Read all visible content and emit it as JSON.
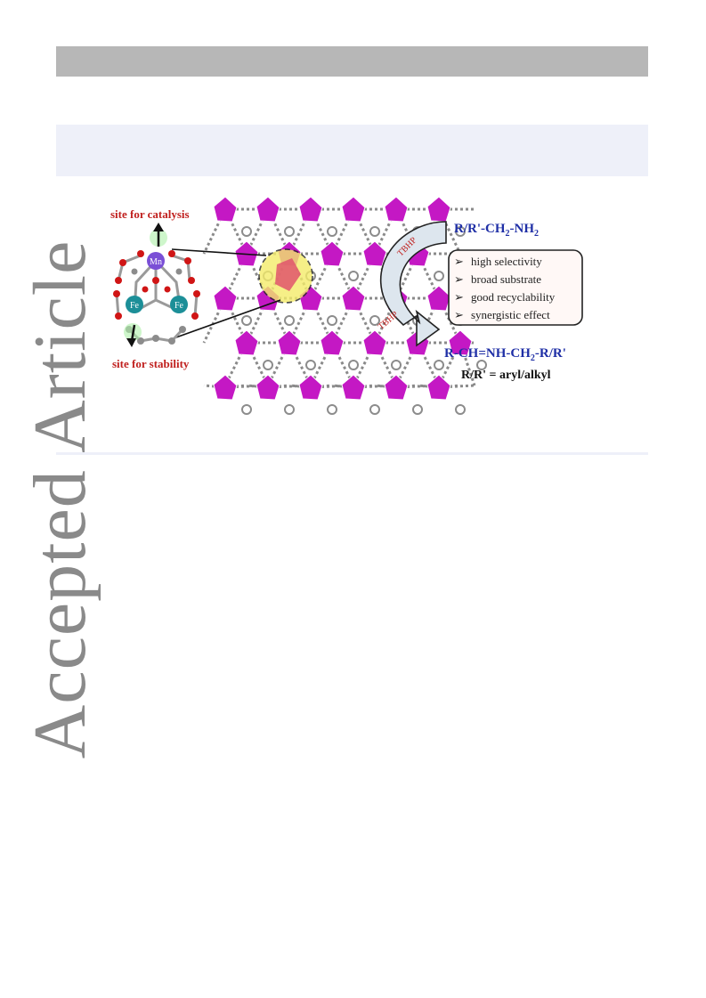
{
  "watermark": "Accepted Article",
  "toc_graphic": {
    "labels": {
      "site_catalysis": "site for catalysis",
      "site_stability": "site for stability",
      "metal_top": "Mn",
      "metal_left": "Fe",
      "metal_right": "Fe",
      "reactant_prefix": "R/R'-CH",
      "reactant_sub": "2",
      "reactant_suffix": "-NH",
      "reactant_sub2": "2",
      "oxidant_upper": "TBHP",
      "oxidant_lower": "TBHP",
      "product_prefix": "R-CH=NH-CH",
      "product_sub": "2",
      "product_suffix": "-R/R'",
      "r_definition": "R/R' = aryl/alkyl"
    },
    "features": [
      "high selectivity",
      "broad substrate",
      "good recyclability",
      "synergistic effect"
    ],
    "colors": {
      "red_label": "#c0201e",
      "blue_label": "#1f2fa6",
      "polyhedra": "#c418c4",
      "metal_teal": "#1c8f98",
      "metal_purple": "#7a4fd6",
      "oxygen": "#d01515",
      "carbon": "#8c8c8c",
      "highlight": "#f4ec6a",
      "arrow_fill": "#dde6ee"
    }
  }
}
